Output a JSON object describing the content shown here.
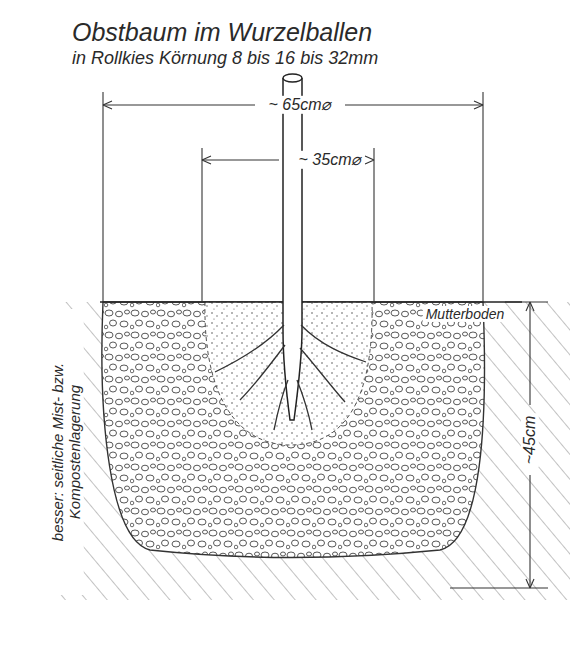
{
  "diagram": {
    "title": "Obstbaum im Wurzelballen",
    "labels": [
      "in Rollkies Körnung 8 bis 16 bis 32mm",
      "~ 65cm⌀",
      "~ 35cm⌀",
      "Mutterboden",
      "~45cm",
      "besser: seitliche Mist- bzw. Kompostenlagerung"
    ]
  }
}
